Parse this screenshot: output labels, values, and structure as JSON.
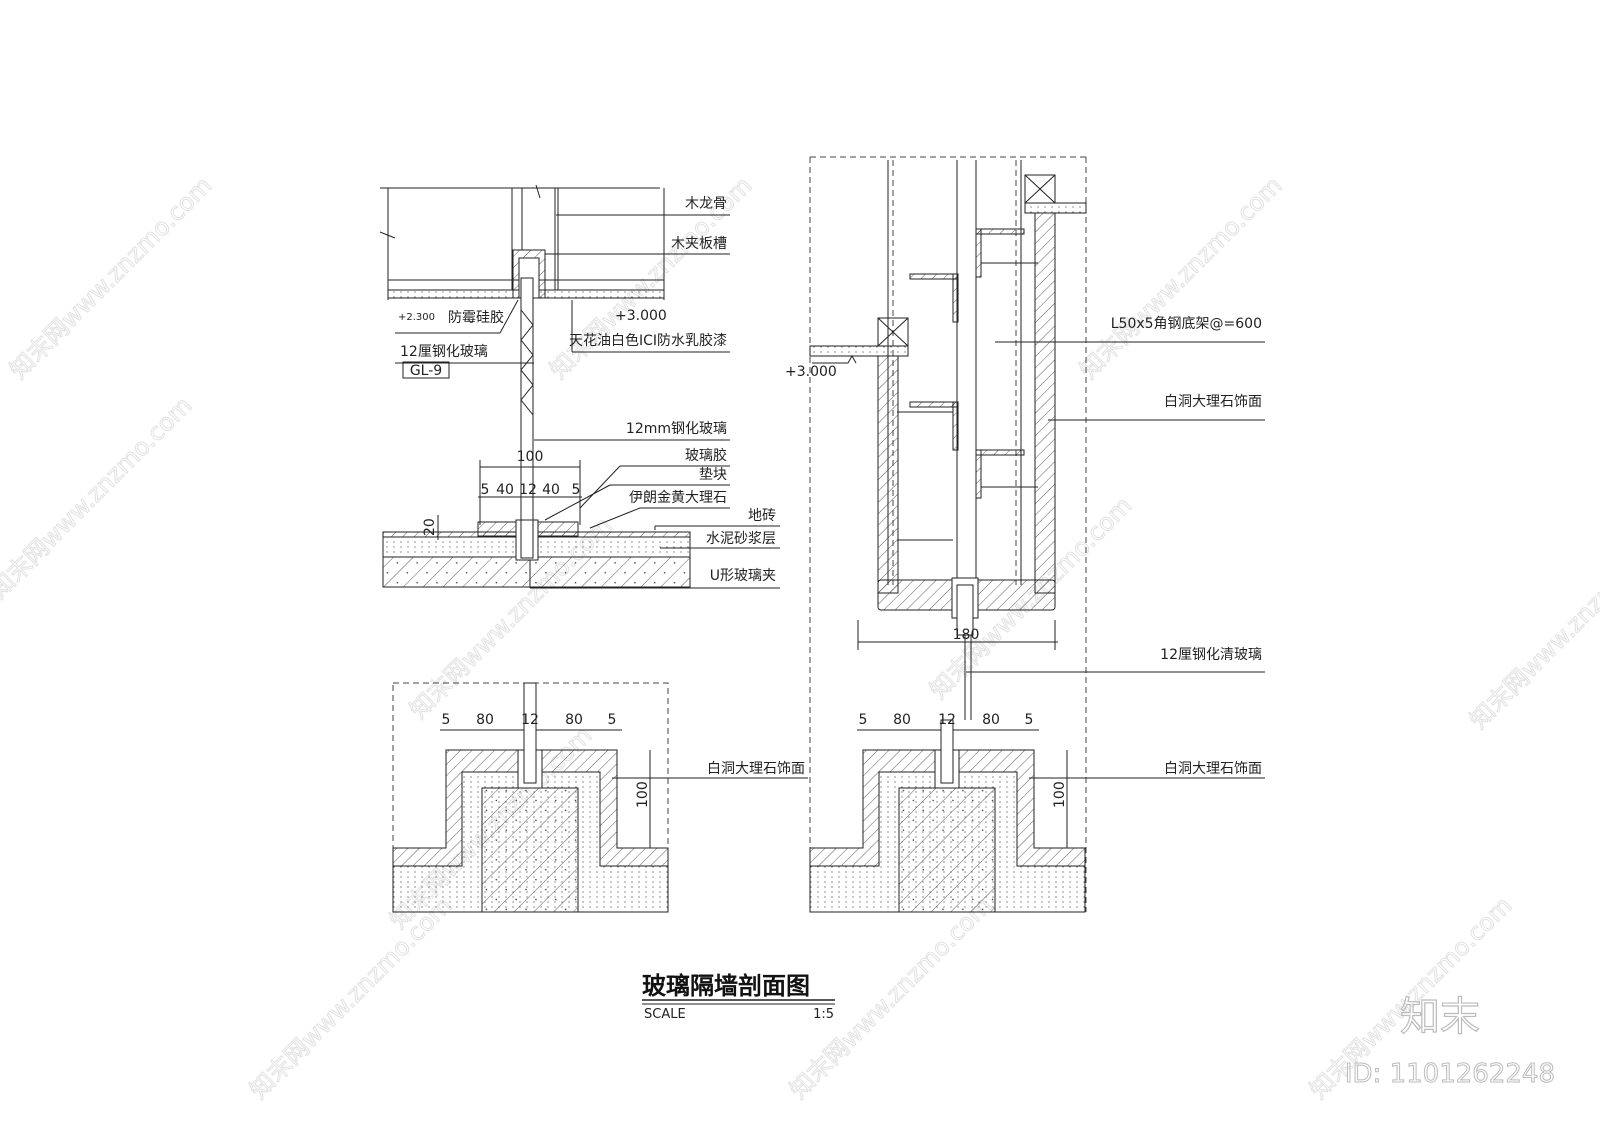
{
  "drawing": {
    "title": "玻璃隔墙剖面图",
    "scale_label": "SCALE",
    "scale_value": "1:5"
  },
  "section_top_left": {
    "labels": {
      "wood_keel": "木龙骨",
      "plywood_slot": "木夹板槽",
      "level_high": "+3.000",
      "level_low": "+2.300",
      "silicone": "防霉硅胶",
      "ceiling_paint": "天花油白色ICI防水乳胶漆",
      "glass_12": "12厘钢化玻璃",
      "glass_tag": "GL-9",
      "glass_12mm": "12mm钢化玻璃",
      "glass_glue": "玻璃胶",
      "spacer": "垫块",
      "marble": "伊朗金黄大理石",
      "floor_tile": "地砖",
      "mortar": "水泥砂浆层",
      "u_clamp": "U形玻璃夹"
    },
    "dims": {
      "total": "100",
      "parts": [
        "5",
        "40",
        "12",
        "40",
        "5"
      ],
      "height": "20"
    }
  },
  "section_top_right": {
    "labels": {
      "angle_steel": "L50x5角钢底架@=600",
      "marble_finish": "白洞大理石饰面",
      "level": "+3.000",
      "clear_glass": "12厘钢化清玻璃"
    },
    "dims": {
      "width": "180"
    }
  },
  "section_bottom_left": {
    "labels": {
      "marble_finish": "白洞大理石饰面"
    },
    "dims": {
      "parts": [
        "5",
        "80",
        "12",
        "80",
        "5"
      ],
      "height": "100"
    }
  },
  "section_bottom_right": {
    "labels": {
      "marble_finish": "白洞大理石饰面"
    },
    "dims": {
      "parts": [
        "5",
        "80",
        "12",
        "80",
        "5"
      ],
      "height": "100"
    }
  },
  "watermark": {
    "logo": "知末",
    "id": "ID: 1101262248",
    "site": "知末网www.znzmo.com"
  }
}
